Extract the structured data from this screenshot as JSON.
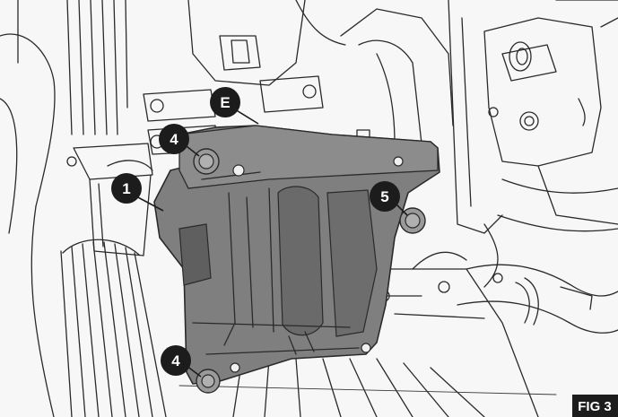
{
  "figure": {
    "label": "FIG 3",
    "colors": {
      "background": "#f7f7f7",
      "line": "#2a2a2a",
      "bracket_fill": "#7f7f7f",
      "bracket_shade": "#5f5f5f",
      "callout_fill": "#1c1c1c",
      "callout_text": "#ffffff"
    }
  },
  "callouts": {
    "e": "E",
    "one": "1",
    "four_top": "4",
    "five": "5",
    "four_bottom": "4"
  }
}
